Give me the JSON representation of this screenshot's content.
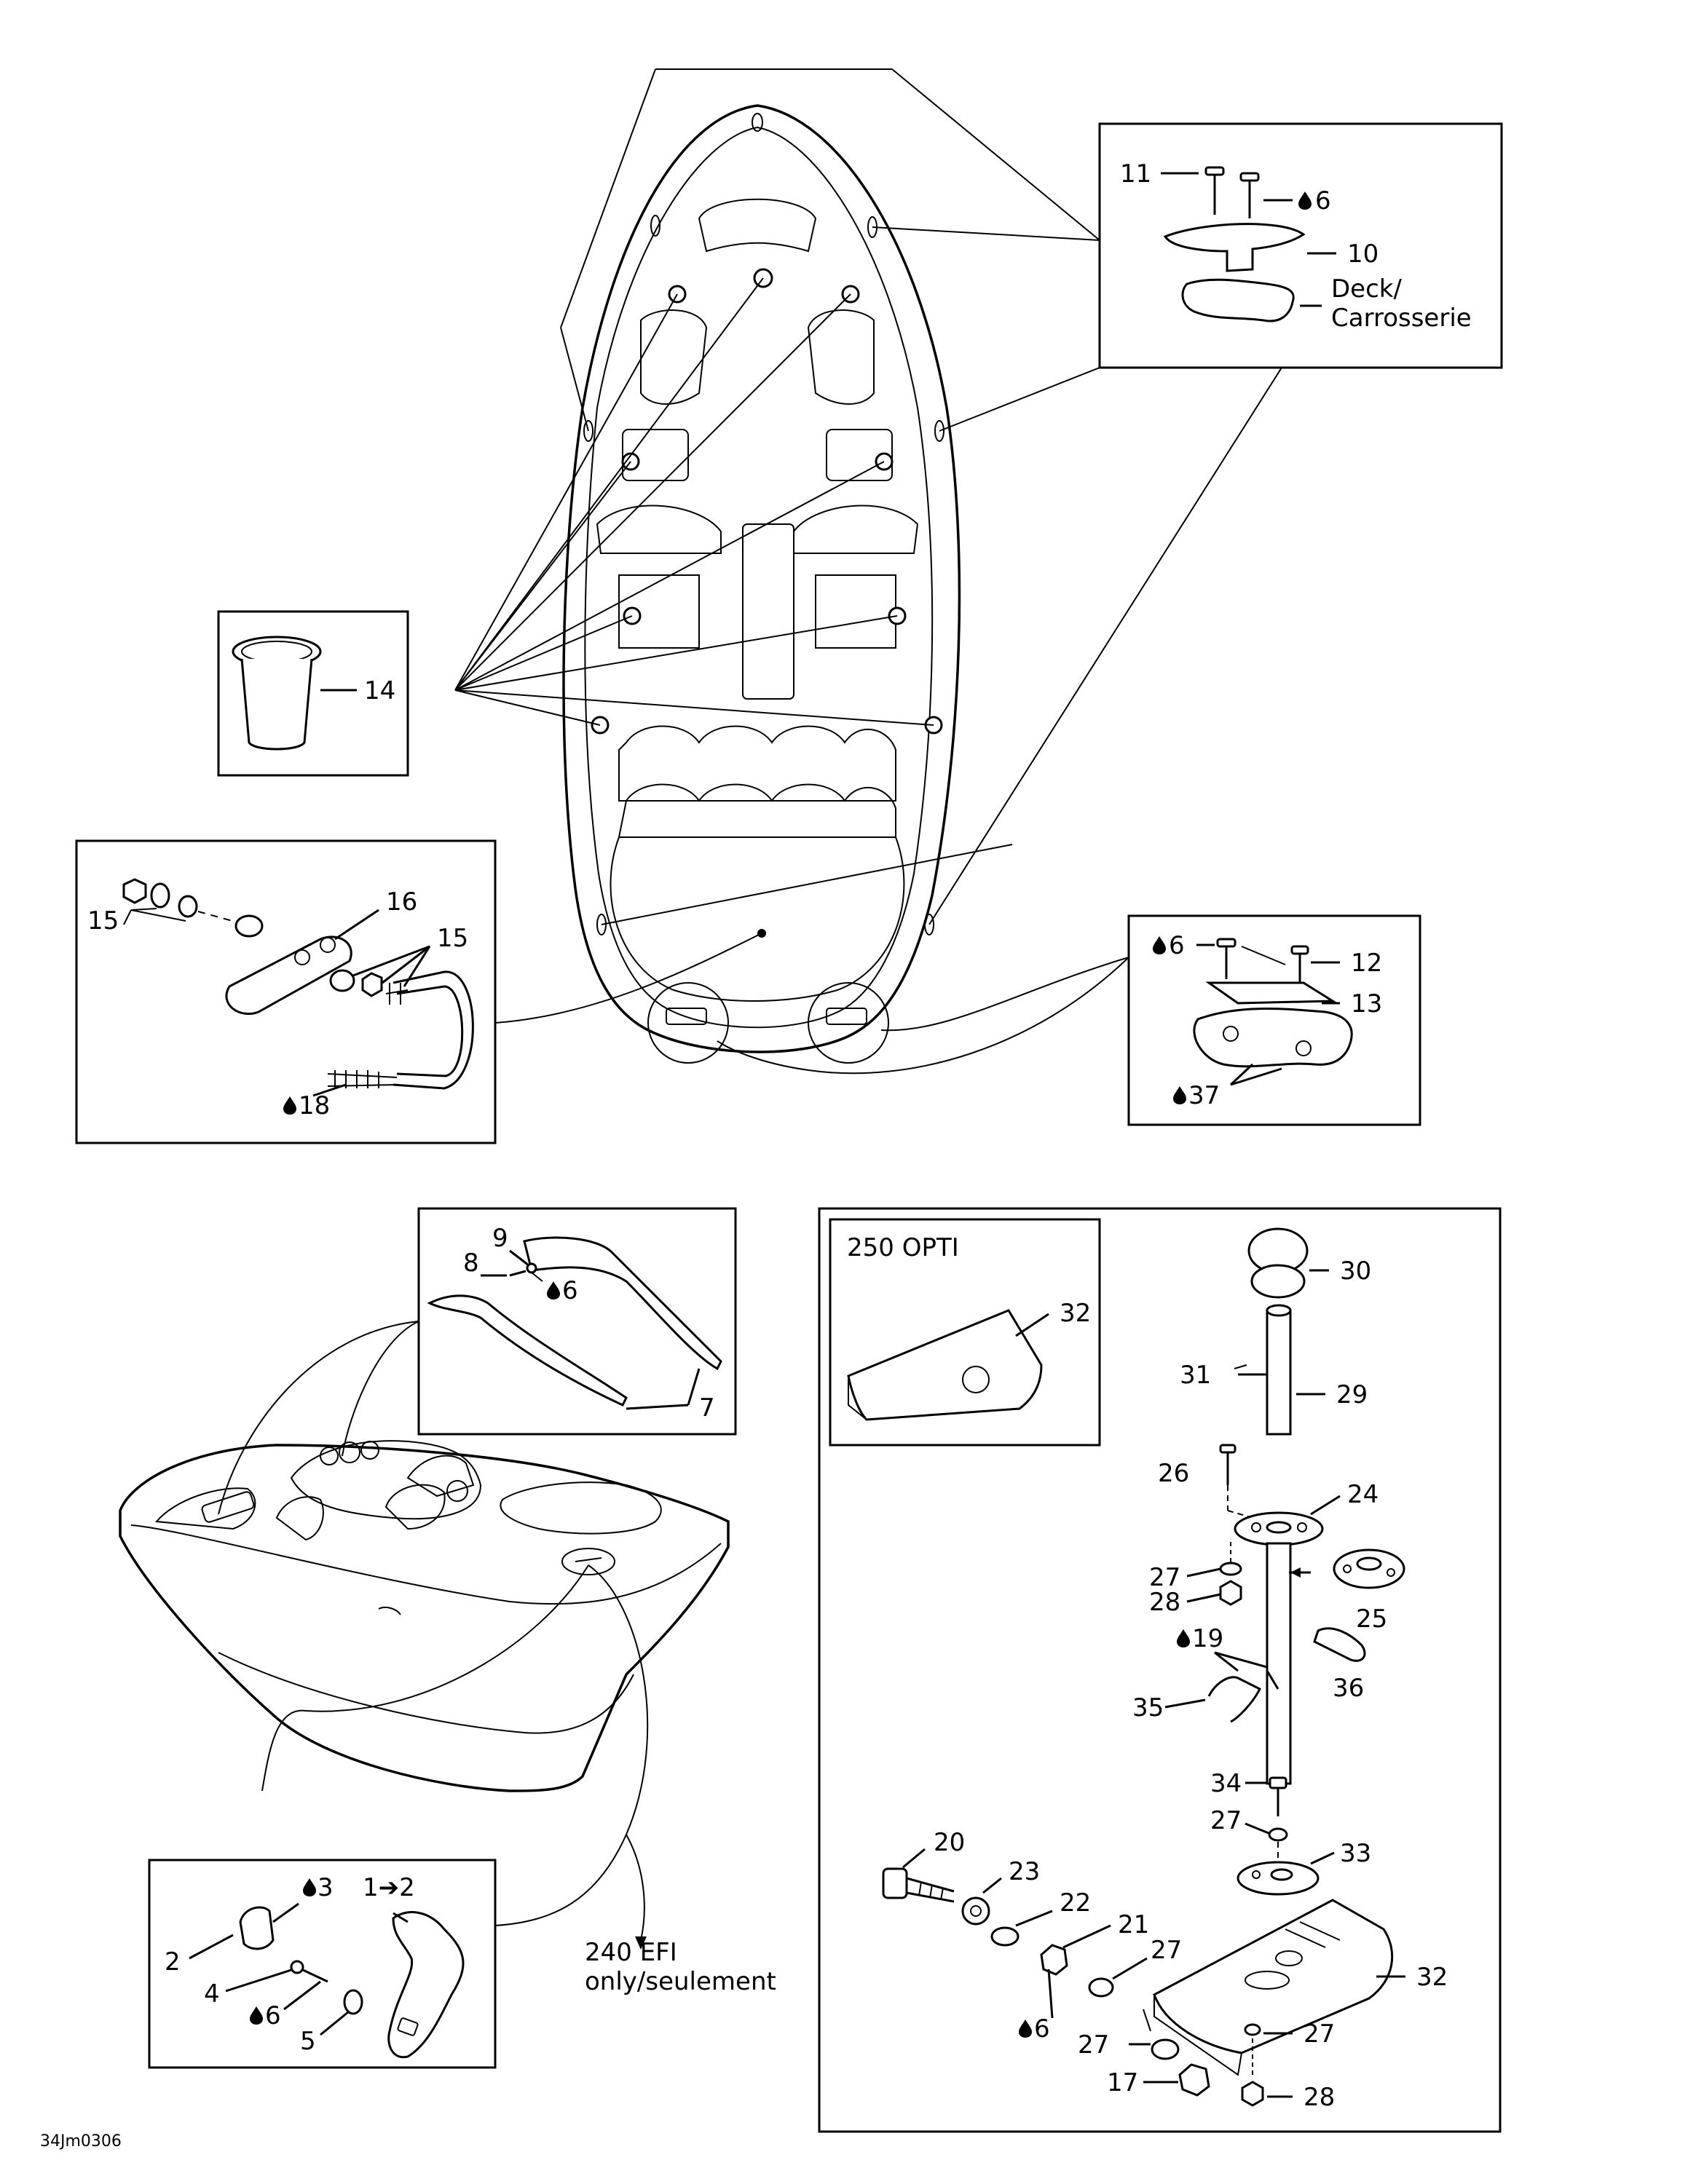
{
  "labels": {
    "c1": "11",
    "c2": "6",
    "c3": "10",
    "c4": "Deck/",
    "c5": "Carrosserie",
    "c6": "14",
    "c7": "15",
    "c8": "16",
    "c9": "15",
    "c10": "18",
    "c11": "6",
    "c12": "12",
    "c13": "13",
    "c14": "37",
    "c15": "9",
    "c16": "8",
    "c17": "6",
    "c18": "7",
    "c19": "250 OPTI",
    "c20": "32",
    "c21": "30",
    "c22": "31",
    "c23": "29",
    "c24": "26",
    "c25": "24",
    "c26": "27",
    "c27": "28",
    "c28": "25",
    "c29": "19",
    "c30": "36",
    "c31": "35",
    "c32": "34",
    "c33": "27",
    "c34": "33",
    "c35": "20",
    "c36": "23",
    "c37": "22",
    "c38": "21",
    "c39": "27",
    "c40": "32",
    "c41": "6",
    "c42": "27",
    "c43": "27",
    "c44": "17",
    "c45": "28",
    "c46": "3",
    "c47": "1➔2",
    "c48": "2",
    "c49": "4",
    "c50": "6",
    "c51": "5",
    "c52": "240 EFI",
    "c53": "only/seulement",
    "c54": "34Jm0306"
  },
  "icons": {
    "sealant_drop": "oil-drop-icon"
  }
}
